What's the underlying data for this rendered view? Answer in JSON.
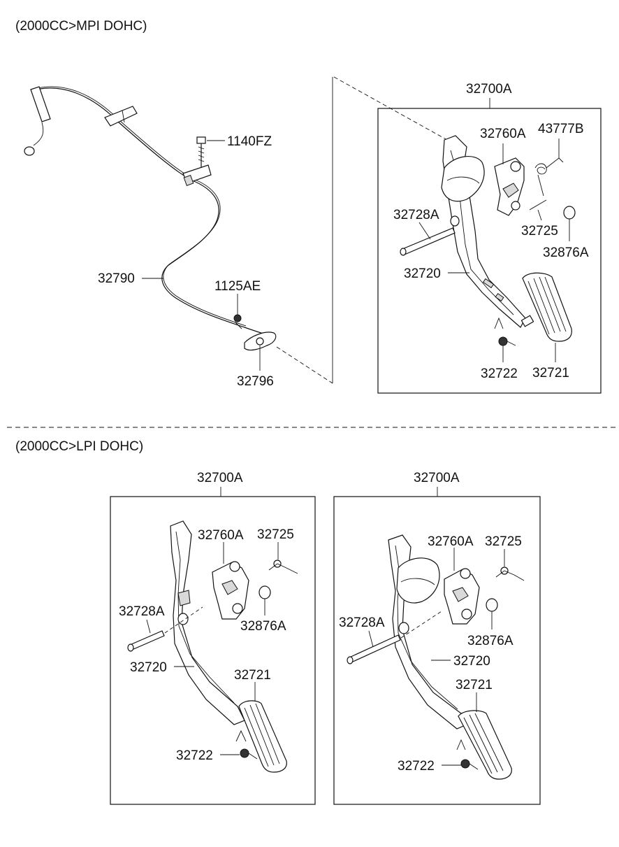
{
  "sections": [
    {
      "title": "(2000CC>MPI DOHC)"
    },
    {
      "title": "(2000CC>LPI DOHC)"
    }
  ],
  "cable_assembly": {
    "labels": [
      "1140FZ",
      "32790",
      "1125AE",
      "32796"
    ]
  },
  "assembly_mpi": {
    "title": "32700A",
    "labels": [
      "32760A",
      "43777B",
      "32728A",
      "32725",
      "32876A",
      "32720",
      "32722",
      "32721"
    ]
  },
  "assembly_lpi_left": {
    "title": "32700A",
    "labels": [
      "32760A",
      "32725",
      "32728A",
      "32876A",
      "32720",
      "32721",
      "32722"
    ]
  },
  "assembly_lpi_right": {
    "title": "32700A",
    "labels": [
      "32760A",
      "32725",
      "32728A",
      "32876A",
      "32720",
      "32721",
      "32722"
    ]
  }
}
